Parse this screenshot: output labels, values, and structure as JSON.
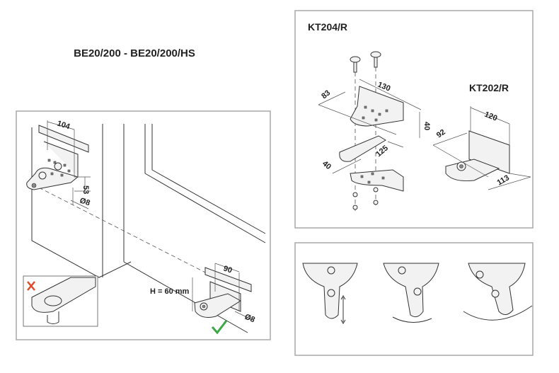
{
  "title": "BE20/200 - BE20/200/HS",
  "installation": {
    "dim_width_top": "104",
    "dim_height_top": "53",
    "dim_pin_top": "Ø8",
    "dim_width_bottom": "90",
    "height_label": "H = 60 mm",
    "dim_pin_bottom": "Ø8",
    "wrong_color": "#e04a2a",
    "right_color": "#3aa845"
  },
  "kits": {
    "kt204": {
      "label": "KT204/R",
      "dims": [
        "130",
        "83",
        "40",
        "125",
        "40"
      ]
    },
    "kt202": {
      "label": "KT202/R",
      "dims": [
        "120",
        "92",
        "113"
      ]
    }
  }
}
